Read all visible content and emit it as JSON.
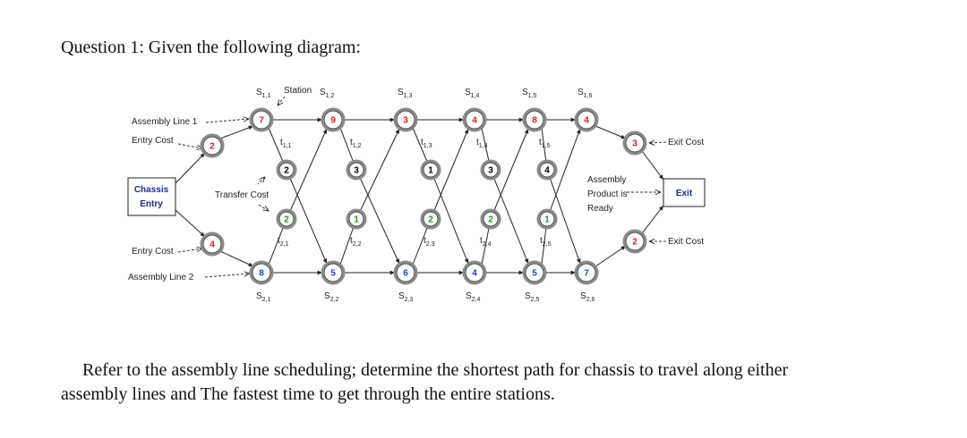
{
  "heading": "Question 1:  Given the following diagram:",
  "question": {
    "line1": "Refer to the assembly line scheduling; determine the shortest path for chassis to travel along either",
    "line2": "assembly lines and The fastest time to get through the entire stations."
  },
  "diagram": {
    "station_label": "Station",
    "line1_label": "Assembly Line 1",
    "line1_entry_label": "Entry Cost",
    "line2_entry_label": "Entry Cost",
    "line2_label": "Assembly Line 2",
    "transfer_label": "Transfer Cost",
    "chassis_line1": "Chassis",
    "chassis_line2": "Entry",
    "ready_line1": "Assembly",
    "ready_line2": "Product is",
    "ready_line3": "Ready",
    "exit_box": "Exit",
    "exit_cost_label_1": "Exit Cost",
    "exit_cost_label_2": "Exit Cost",
    "entry_cost_1": "2",
    "entry_cost_2": "4",
    "exit_cost_1": "3",
    "exit_cost_2": "2",
    "line1_station_names": [
      "S1,1",
      "S1,2",
      "S1,3",
      "S1,4",
      "S1,5",
      "S1,6"
    ],
    "line2_station_names": [
      "S2,1",
      "S2,2",
      "S2,3",
      "S2,4",
      "S2,5",
      "S2,6"
    ],
    "line1_costs": [
      "7",
      "9",
      "3",
      "4",
      "8",
      "4"
    ],
    "line2_costs": [
      "8",
      "5",
      "6",
      "4",
      "5",
      "7"
    ],
    "transfer_1_to_2": [
      "2",
      "3",
      "1",
      "3",
      "4"
    ],
    "transfer_2_to_1": [
      "2",
      "1",
      "2",
      "2",
      "1"
    ],
    "transfer_1_names": [
      "t1,1",
      "t1,2",
      "t1,3",
      "t1,4",
      "t1,5"
    ],
    "transfer_2_names": [
      "t2,1",
      "t2,2",
      "t2,3",
      "t2,4",
      "t2,5"
    ],
    "colors": {
      "line1_cost": "#d81b1b",
      "line2_cost": "#1a3fd6",
      "transfer_1_to_2": "#000000",
      "transfer_2_to_1": "#1a9a1a",
      "entry_exit_cost": "#d81b1b",
      "chassis_text": "#1d2b8a",
      "exit_text": "#1d2b8a"
    }
  }
}
